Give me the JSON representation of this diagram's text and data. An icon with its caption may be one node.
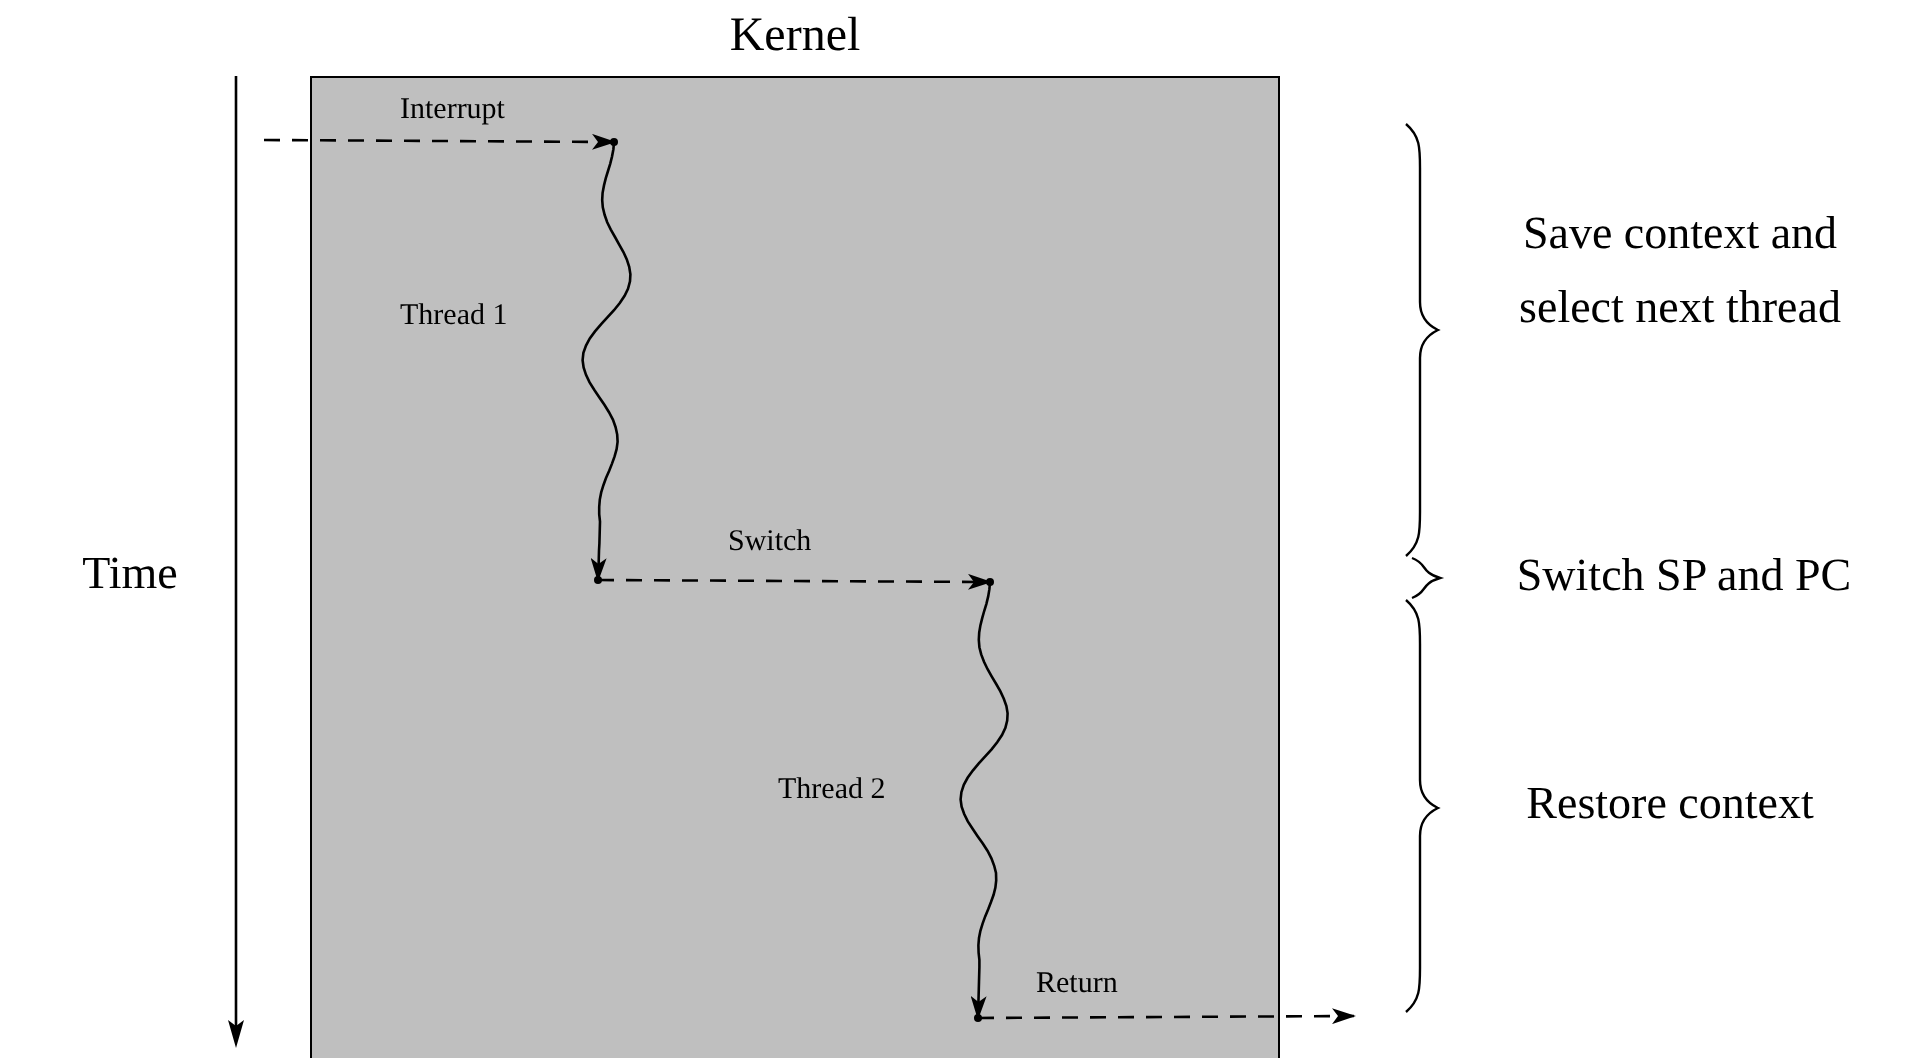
{
  "diagram": {
    "nodes": [
      {
        "text": [
          "Kernel"
        ]
      },
      {
        "text": [],
        "shape": "point",
        "in": 0
      },
      {
        "text": [],
        "shape": "point",
        "in": 0
      },
      {
        "text": [],
        "shape": "point",
        "in": 0
      },
      {
        "text": [],
        "shape": "point",
        "in": 0
      }
    ],
    "edges": [
      {
        "from": null,
        "to": 1,
        "arrow": "to",
        "label": "Interrupt",
        "style": "dashed"
      },
      {
        "from": 1,
        "to": 2,
        "arrow": "to",
        "label": "Thread 1"
      },
      {
        "from": 2,
        "to": 3,
        "arrow": "to",
        "label": "Switch",
        "style": "dashed"
      },
      {
        "from": 3,
        "to": 4,
        "arrow": "to",
        "label": "Thread 2"
      },
      {
        "from": 4,
        "to": null,
        "arrow": "to",
        "label": "Return",
        "style": "dashed"
      }
    ],
    "labels": [
      "Time",
      "Save context and select next thread",
      "Switch SP and PC",
      "Restore context"
    ]
  }
}
